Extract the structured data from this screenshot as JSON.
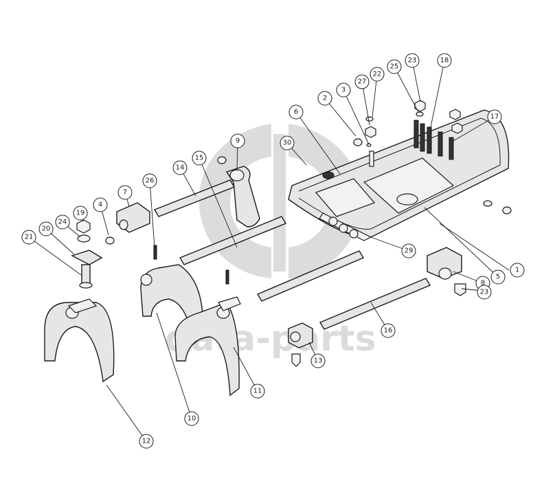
{
  "watermark": {
    "text": "data-parts"
  },
  "callouts": [
    {
      "label": "1"
    },
    {
      "label": "2"
    },
    {
      "label": "3"
    },
    {
      "label": "4"
    },
    {
      "label": "5"
    },
    {
      "label": "6"
    },
    {
      "label": "7"
    },
    {
      "label": "8"
    },
    {
      "label": "9"
    },
    {
      "label": "10"
    },
    {
      "label": "11"
    },
    {
      "label": "12"
    },
    {
      "label": "13"
    },
    {
      "label": "14"
    },
    {
      "label": "15"
    },
    {
      "label": "16"
    },
    {
      "label": "17"
    },
    {
      "label": "18"
    },
    {
      "label": "19"
    },
    {
      "label": "20"
    },
    {
      "label": "21"
    },
    {
      "label": "22"
    },
    {
      "label": "23"
    },
    {
      "label": "23"
    },
    {
      "label": "24"
    },
    {
      "label": "25"
    },
    {
      "label": "26"
    },
    {
      "label": "27"
    },
    {
      "label": "29"
    },
    {
      "label": "30"
    }
  ]
}
